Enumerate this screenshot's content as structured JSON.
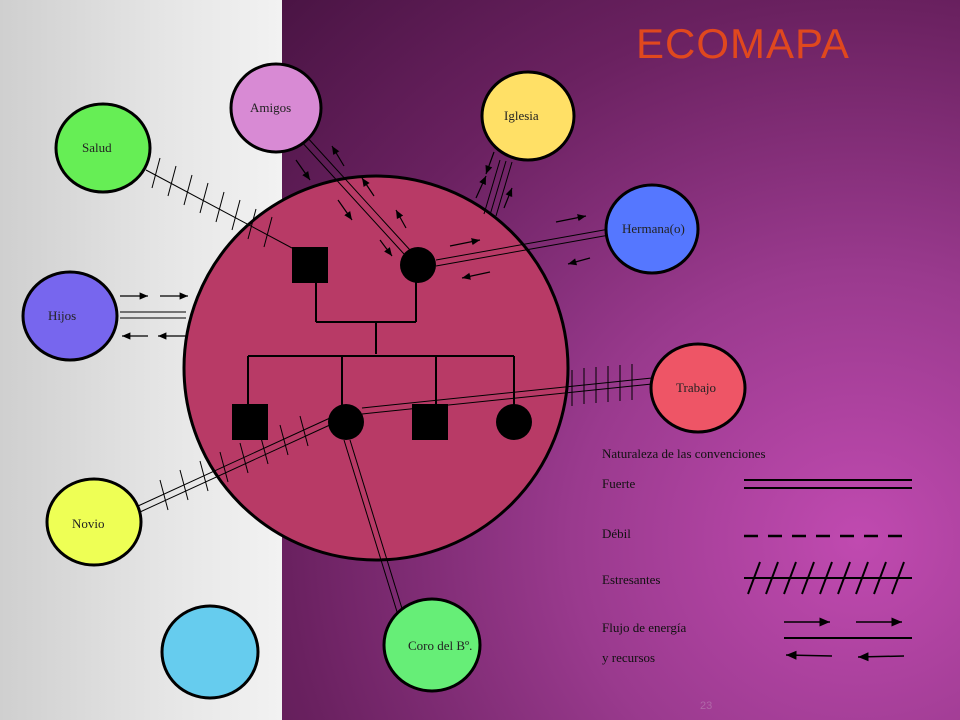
{
  "title": "ECOMAPA",
  "nodes": {
    "amigos": "Amigos",
    "iglesia": "Iglesia",
    "salud": "Salud",
    "hermana": "Hermana(o)",
    "hijos": "Hijos",
    "trabajo": "Trabajo",
    "novio": "Novio",
    "coro": "Coro del Bº.",
    "blank": ""
  },
  "legend": {
    "heading": "Naturaleza de las convenciones",
    "strong": "Fuerte",
    "weak": "Débil",
    "stress": "Estresantes",
    "flow_line1": "Flujo de energía",
    "flow_line2": "y recursos"
  },
  "colors": {
    "family_circle": "#b83a66",
    "amigos": "#d88ad4",
    "iglesia": "#ffe066",
    "salud": "#66ee55",
    "hermana": "#5577ff",
    "hijos": "#7766ee",
    "trabajo": "#ee5566",
    "novio": "#eeff55",
    "coro": "#66ee77",
    "blank": "#66ccee",
    "title": "#e0481e"
  },
  "page_number": "23"
}
